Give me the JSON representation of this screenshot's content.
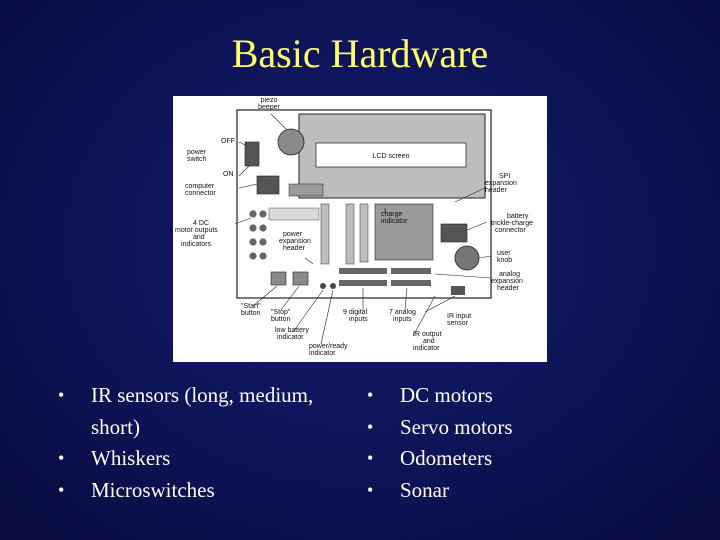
{
  "slide": {
    "title": "Basic Hardware"
  },
  "figure": {
    "labels": {
      "piezo": [
        "piezo",
        "beeper"
      ],
      "off": "OFF",
      "power_switch": [
        "power",
        "switch"
      ],
      "on": "ON",
      "computer_connector": [
        "computer",
        "connector"
      ],
      "dc_outputs": [
        "4 DC",
        "motor outputs",
        "and",
        "indicators"
      ],
      "lcd": "LCD screen",
      "spi": [
        "SPI",
        "expansion",
        "header"
      ],
      "charge": [
        "charge",
        "indicator"
      ],
      "power_exp": [
        "power",
        "expansion",
        "header"
      ],
      "battery": [
        "battery",
        "trickle-charge",
        "connector"
      ],
      "user_knob": [
        "user",
        "knob"
      ],
      "analog_exp": [
        "analog",
        "expansion",
        "header"
      ],
      "start": [
        "\"Start\"",
        "button"
      ],
      "stop": [
        "\"Stop\"",
        "button"
      ],
      "digital": [
        "9 digital",
        "inputs"
      ],
      "analog_in": [
        "7 analog",
        "inputs"
      ],
      "ir_in": [
        "IR input",
        "sensor"
      ],
      "low_batt": [
        "low battery",
        "indicator"
      ],
      "ir_out": [
        "IR output",
        "and",
        "indicator"
      ],
      "power_ready": [
        "power/ready",
        "indicator"
      ]
    }
  },
  "left_list": [
    "IR sensors (long, medium, short)",
    "Whiskers",
    "Microswitches"
  ],
  "right_list": [
    "DC motors",
    "Servo motors",
    "Odometers",
    "Sonar"
  ]
}
